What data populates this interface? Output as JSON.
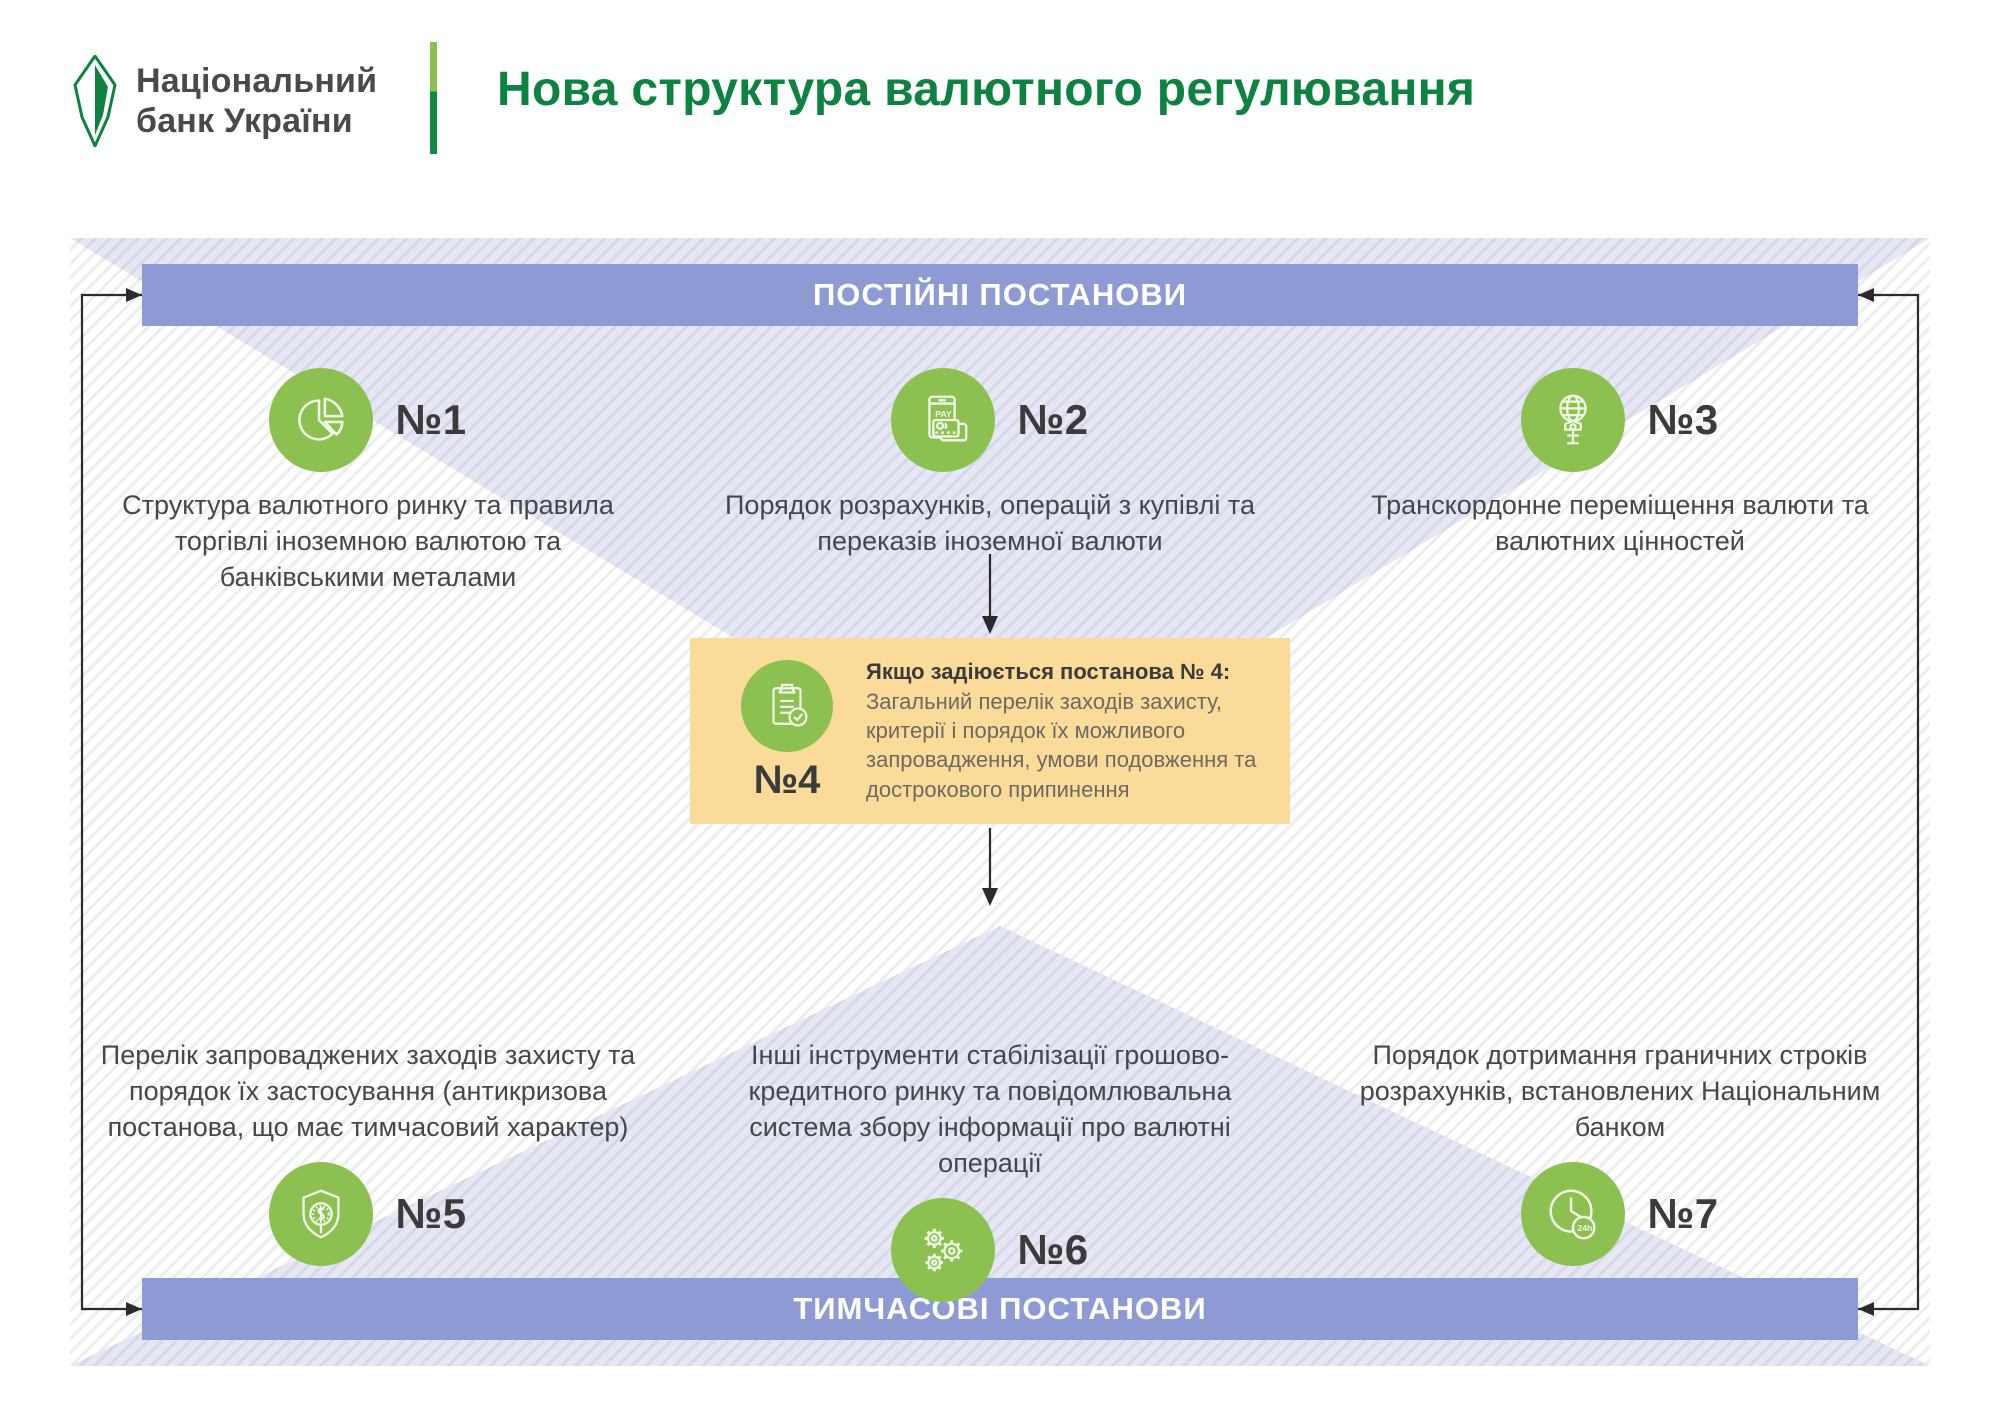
{
  "header": {
    "logo_line1": "Національний",
    "logo_line2": "банк України",
    "title": "Нова структура валютного регулювання"
  },
  "banners": {
    "top": "ПОСТІЙНІ ПОСТАНОВИ",
    "bottom": "ТИМЧАСОВІ ПОСТАНОВИ"
  },
  "colors": {
    "brand_green": "#0e8240",
    "icon_green": "#8cc152",
    "banner_purple": "#8e9ad4",
    "triangle_purple": "#d5d8ea",
    "box4_orange": "#fbdb9a",
    "text_grey": "#45484b"
  },
  "items": [
    {
      "number": "№1",
      "icon": "pie-chart-icon",
      "text": "Структура валютного ринку та правила торгівлі іноземною валютою та банківськими металами"
    },
    {
      "number": "№2",
      "icon": "mobile-pay-cards-icon",
      "text": "Порядок розрахунків, операцій з купівлі та переказів іноземної валюти"
    },
    {
      "number": "№3",
      "icon": "globe-transfer-icon",
      "text": "Транскордонне переміщення валюти та валютних цінностей"
    },
    {
      "number": "№5",
      "icon": "shield-dollar-icon",
      "text": "Перелік запроваджених заходів захисту та порядок їх застосування (антикризова постанова, що має тимчасовий характер)"
    },
    {
      "number": "№6",
      "icon": "gears-icon",
      "text": "Інші інструменти стабілізації грошово-кредитного ринку та повідомлювальна система збору інформації про валютні операції"
    },
    {
      "number": "№7",
      "icon": "clock-24h-icon",
      "text": "Порядок дотримання граничних строків розрахунків, встановлених Національним банком"
    }
  ],
  "box4": {
    "number": "№4",
    "icon": "clipboard-check-icon",
    "title": "Якщо задіюється постанова № 4:",
    "body": "Загальний перелік заходів захисту, критерії і порядок їх можливого запровадження, умови подовження та дострокового припинення"
  }
}
